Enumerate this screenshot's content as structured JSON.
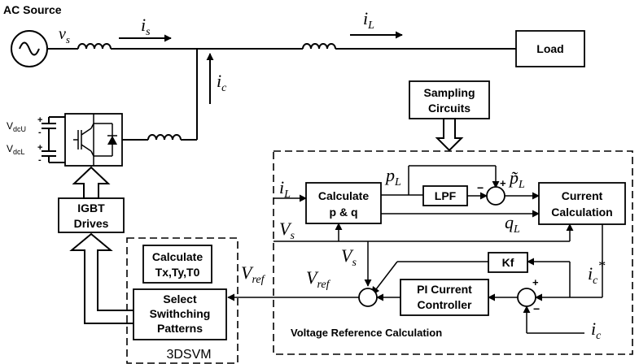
{
  "source": {
    "label": "AC Source",
    "voltage": "v",
    "voltage_sub": "s"
  },
  "currents": {
    "source": {
      "main": "i",
      "sub": "s"
    },
    "load": {
      "main": "i",
      "sub": "L"
    },
    "comp": {
      "main": "i",
      "sub": "c"
    }
  },
  "load_label": "Load",
  "sampling": {
    "line1": "Sampling",
    "line2": "Circuits"
  },
  "dc_link": {
    "upper": {
      "main": "V",
      "sub": "dcU"
    },
    "lower": {
      "main": "V",
      "sub": "dcL"
    },
    "plus": "+",
    "minus": "-"
  },
  "igbt_drives": {
    "line1": "IGBT",
    "line2": "Drives"
  },
  "blocks": {
    "calc_pq": {
      "line1": "Calculate",
      "line2": "p & q"
    },
    "lpf": "LPF",
    "current_calc": {
      "line1": "Current",
      "line2": "Calculation"
    },
    "kf": "Kf",
    "pi": {
      "line1": "PI Current",
      "line2": "Controller"
    },
    "calc_t": {
      "line1": "Calculate",
      "line2": "Tx,Ty,T0"
    },
    "select": {
      "line1": "Select",
      "line2": "Swithching",
      "line3": "Patterns"
    }
  },
  "signals": {
    "iL_in": {
      "main": "i",
      "sub": "L"
    },
    "vs_in": {
      "main": "V",
      "sub": "s"
    },
    "pL": {
      "main": "p",
      "sub": "L"
    },
    "qL": {
      "main": "q",
      "sub": "L"
    },
    "pL_tilde": {
      "main": "p̃",
      "sub": "L"
    },
    "vs_mid": {
      "main": "V",
      "sub": "s"
    },
    "vref_mid": {
      "main": "V",
      "sub": "ref"
    },
    "vref_out": {
      "main": "V",
      "sub": "ref"
    },
    "ic_star": {
      "main": "i",
      "sub": "c",
      "sup": "*"
    },
    "ic_in": {
      "main": "i",
      "sub": "c"
    }
  },
  "signs": {
    "lpf_sum_minus": "−",
    "lpf_sum_plus": "+",
    "pi_sum_plus": "+",
    "pi_sum_minus": "−"
  },
  "regions": {
    "vref_calc": "Voltage Reference Calculation",
    "svm": "3DSVM"
  }
}
